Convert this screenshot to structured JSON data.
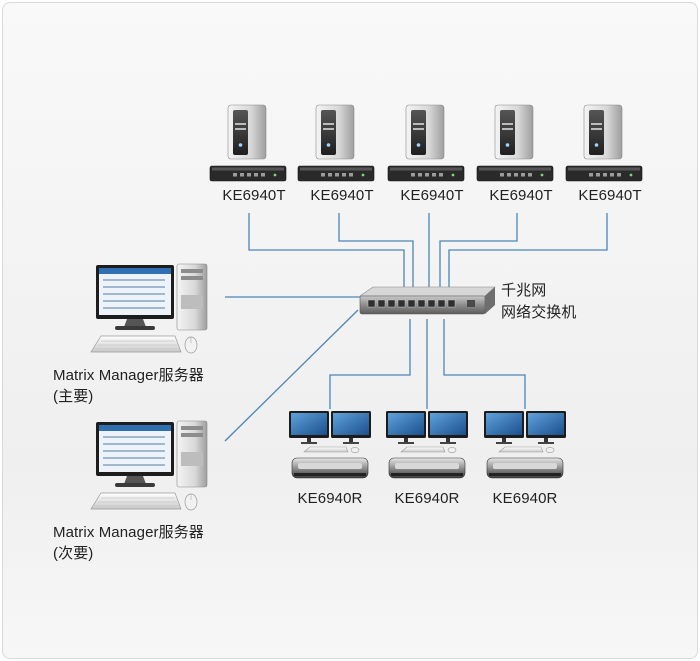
{
  "transmitters": {
    "label": "KE6940T",
    "count": 5
  },
  "receivers": {
    "label": "KE6940R",
    "count": 3
  },
  "switch": {
    "line1": "千兆网",
    "line2": "网络交换机"
  },
  "servers": {
    "primary_line1": "Matrix Manager服务器",
    "primary_line2": "(主要)",
    "secondary_line1": "Matrix Manager服务器",
    "secondary_line2": "(次要)"
  },
  "colors": {
    "cable": "#4c86b8",
    "device_dark": "#2b2b2b",
    "tower_silver": "#d6d6d6",
    "screen_blue": "#2f6fb2"
  },
  "icons": [
    "tower-computer-icon",
    "kvm-extender-icon",
    "network-switch-icon",
    "workstation-icon",
    "monitor-icon",
    "keyboard-icon",
    "mouse-icon"
  ]
}
